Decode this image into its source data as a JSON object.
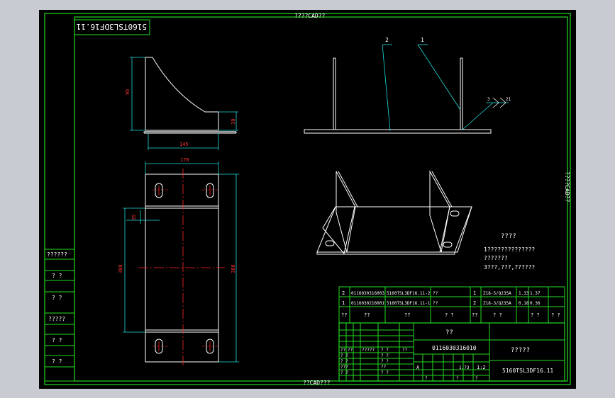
{
  "frame": {
    "top_label": "????CAD??",
    "bottom_label": "??CAD???",
    "right_label": "????CAD??",
    "corner_code": "5160TSL3DF16.11",
    "left_column": [
      "??????",
      "? ?",
      "? ?",
      "?????",
      "? ?",
      "? ?"
    ]
  },
  "dimensions": {
    "side_height": "95",
    "side_small": "30",
    "side_width": "145",
    "plan_width": "170",
    "plan_offset": "35",
    "plan_inner": "300",
    "plan_outer": "380"
  },
  "balloons": {
    "part1": "1",
    "part2": "2"
  },
  "weld": {
    "side_a": "3",
    "side_b": "21"
  },
  "notes": {
    "title": "????",
    "lines": [
      "1??????????????",
      "???????",
      "3???,???,??????"
    ]
  },
  "bom": {
    "rows": [
      {
        "idx": "2",
        "code": "0116030316003",
        "name": "5160TSL3DF16.11-2",
        "desc": "??",
        "qty": "1",
        "material": "Z18-5/Q235A",
        "weight": "1.33",
        "total": "1.37"
      },
      {
        "idx": "1",
        "code": "0116030216001",
        "name": "5160TSL3DF16.11-1",
        "desc": "??",
        "qty": "2",
        "material": "Z18-3/Q235A",
        "weight": "0.18",
        "total": "0.36"
      }
    ],
    "header": [
      "??",
      "??",
      "??",
      "? ?",
      "??",
      "? ?",
      "? ?",
      "? ?"
    ]
  },
  "title_block": {
    "part_name": "??",
    "drawing_code": "0116030316010",
    "company": "?????",
    "drawing_number": "5160TSL3DF16.11",
    "stage": "A",
    "scale": "1:2",
    "weight": "1.73",
    "cells": [
      "??",
      "??",
      "?????",
      "? ?",
      "??",
      "? ?",
      "? ?",
      "? ?",
      "? ?",
      "???",
      "??",
      "? ?",
      "? ?",
      "?",
      "?",
      "?"
    ]
  }
}
